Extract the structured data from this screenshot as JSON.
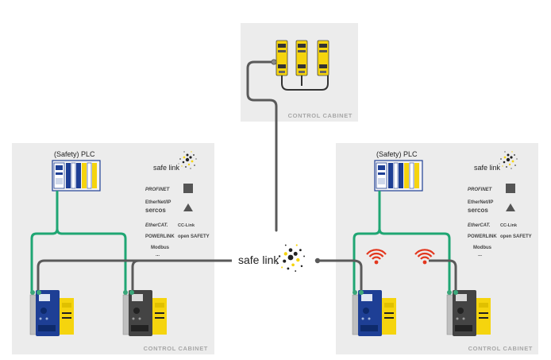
{
  "cabinets": {
    "top_label": "CONTROL CABINET",
    "left_label": "CONTROL CABINET",
    "right_label": "CONTROL CABINET"
  },
  "plc": {
    "left_label": "(Safety) PLC",
    "right_label": "(Safety) PLC"
  },
  "center_hub": {
    "label": "safe link"
  },
  "left_logo": {
    "label": "safe link"
  },
  "right_logo": {
    "label": "safe link"
  },
  "protocols_left": {
    "col1": [
      "PROFINET",
      "EtherNet/IP",
      "sercos",
      "EtherCAT.",
      "POWERLINK",
      "Modbus",
      "..."
    ],
    "col2": [
      "CC-Link",
      "open SAFETY"
    ]
  },
  "protocols_right": {
    "col1": [
      "PROFINET",
      "EtherNet/IP",
      "sercos",
      "EtherCAT.",
      "POWERLINK",
      "Modbus",
      "..."
    ],
    "col2": [
      "CC-Link",
      "open SAFETY"
    ]
  },
  "colors": {
    "cabinet_bg": "#ececec",
    "green_line": "#1fa673",
    "grey_line": "#5a5a5a",
    "yellow": "#f5d40e",
    "blue": "#1e3f95",
    "wireless": "#e3371e"
  },
  "icons": [
    "wireless-icon",
    "safe-link-logo-icon",
    "din-rail-module-icon"
  ]
}
